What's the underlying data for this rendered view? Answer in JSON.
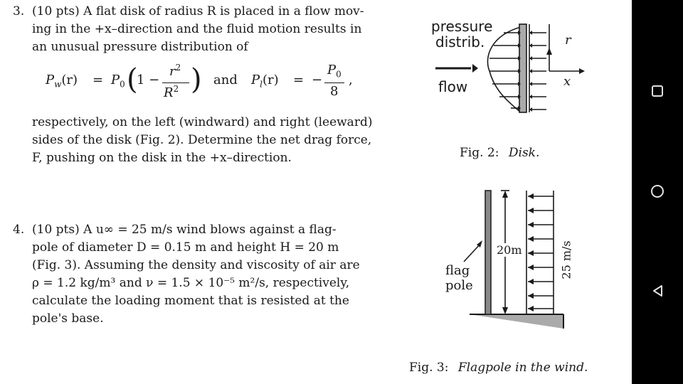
{
  "problem3": {
    "number": "3.",
    "lines": [
      "(10 pts)  A flat disk of radius R is placed in a flow mov-",
      "ing in the +x–direction and the fluid motion results in",
      "an unusual pressure distribution of"
    ],
    "after_eq_lines": [
      "respectively, on the left (windward) and right (leeward)",
      "sides of the disk (Fig. 2). Determine the net drag force,",
      "F, pushing on the disk in the +x–direction."
    ],
    "equation": {
      "pw_lhs": "P",
      "pw_sub": "w",
      "arg": "(r)",
      "eq": "=",
      "p0": "P",
      "p0_sub": "0",
      "one_minus": "1 −",
      "num": "r",
      "num_sup": "2",
      "den": "R",
      "den_sup": "2",
      "and": "and",
      "pl_lhs": "P",
      "pl_sub": "l",
      "neg": "−",
      "num2": "P",
      "num2_sub": "0",
      "den2": "8",
      "comma": ","
    }
  },
  "figure2": {
    "label_pressure": "pressure",
    "label_distrib": "distrib.",
    "label_flow": "flow",
    "label_r": "r",
    "label_x": "x",
    "caption_prefix": "Fig. 2:",
    "caption_title": "Disk."
  },
  "problem4": {
    "number": "4.",
    "lines": [
      "(10 pts)  A u∞ = 25 m/s wind blows against a flag-",
      "pole of diameter D = 0.15 m and height H = 20 m",
      "(Fig. 3).  Assuming the density and viscosity of air are",
      "ρ = 1.2 kg/m³ and ν = 1.5 × 10⁻⁵ m²/s, respectively,",
      "calculate the loading moment that is resisted at the",
      "pole's base."
    ]
  },
  "figure3": {
    "label_height": "20m",
    "label_speed": "25 m/s",
    "label_flag": "flag",
    "label_pole": "pole",
    "caption_prefix": "Fig. 3:",
    "caption_title": "Flagpole in the wind."
  },
  "navbar": {
    "icons": [
      "recents-square-icon",
      "home-circle-icon",
      "back-triangle-icon"
    ]
  }
}
